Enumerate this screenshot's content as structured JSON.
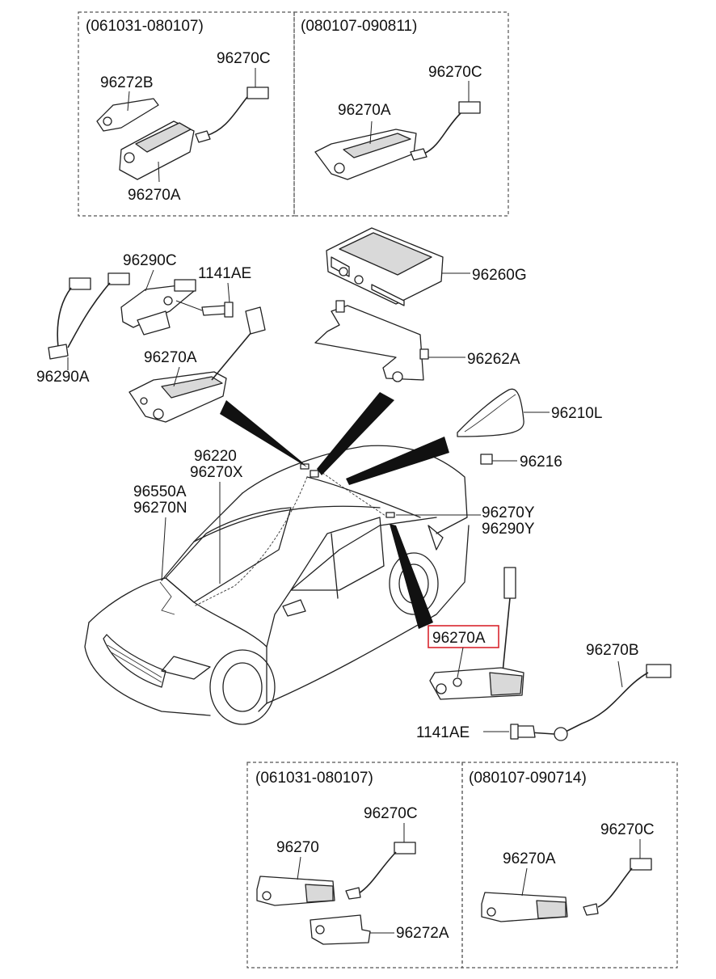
{
  "colors": {
    "line": "#222222",
    "highlight": "#d9262e",
    "background": "#ffffff"
  },
  "top_left_box": {
    "range": "(061031-080107)",
    "parts": [
      "96272B",
      "96270C",
      "96270A"
    ]
  },
  "top_right_box": {
    "range": "(080107-090811)",
    "parts": [
      "96270C",
      "96270A"
    ]
  },
  "main": {
    "cable_group": [
      "96290C",
      "1141AE",
      "96290A",
      "96270A"
    ],
    "module_group": [
      "96260G",
      "96262A"
    ],
    "shark_fin": [
      "96210L",
      "96216"
    ],
    "car_labels": {
      "front_1": "96220",
      "front_2": "96270X",
      "left_1": "96550A",
      "left_2": "96270N",
      "rear_1": "96270Y",
      "rear_2": "96290Y"
    },
    "highlighted_part": "96270A",
    "cable_right": "96270B",
    "bolt": "1141AE"
  },
  "bottom_left_box": {
    "range": "(061031-080107)",
    "parts": [
      "96270C",
      "96270",
      "96272A"
    ]
  },
  "bottom_right_box": {
    "range": "(080107-090714)",
    "parts": [
      "96270C",
      "96270A"
    ]
  }
}
